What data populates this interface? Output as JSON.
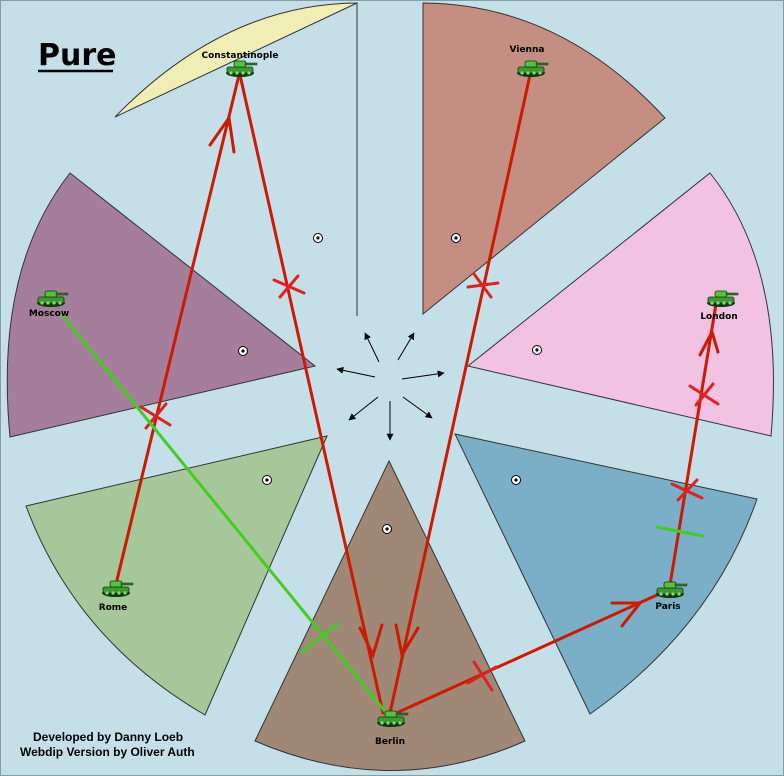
{
  "map": {
    "title": "Pure",
    "background_color": "#c5dfe9",
    "credits": {
      "line1": "Developed by Danny Loeb",
      "line2": "Webdip Version by Oliver Auth"
    },
    "territories": [
      {
        "name": "Constantinople",
        "color": "#f0eeb4",
        "unit": "army"
      },
      {
        "name": "Vienna",
        "color": "#c58e82",
        "unit": "army"
      },
      {
        "name": "London",
        "color": "#f2c2e2",
        "unit": "army"
      },
      {
        "name": "Paris",
        "color": "#7aafc7",
        "unit": "army"
      },
      {
        "name": "Berlin",
        "color": "#9f8876",
        "unit": "army"
      },
      {
        "name": "Rome",
        "color": "#a5c799",
        "unit": "army"
      },
      {
        "name": "Moscow",
        "color": "#a57e9c",
        "unit": "army"
      }
    ],
    "orders": [
      {
        "from": "Rome",
        "to": "Constantinople",
        "color": "#cc1a00",
        "status": "failed"
      },
      {
        "from": "Constantinople",
        "to": "Berlin",
        "color": "#cc1a00",
        "status": "failed"
      },
      {
        "from": "Vienna",
        "to": "Berlin",
        "color": "#cc1a00",
        "status": "failed"
      },
      {
        "from": "Berlin",
        "to": "Paris",
        "color": "#cc1a00",
        "status": "failed"
      },
      {
        "from": "Paris",
        "to": "London",
        "color": "#cc1a00",
        "status": "failed"
      },
      {
        "from": "Moscow",
        "to": "Berlin",
        "color": "#44cc22",
        "status": "support-failed"
      }
    ],
    "move_color": "#cc1a00",
    "support_color": "#44cc22",
    "cross_color": "#dd2222"
  }
}
